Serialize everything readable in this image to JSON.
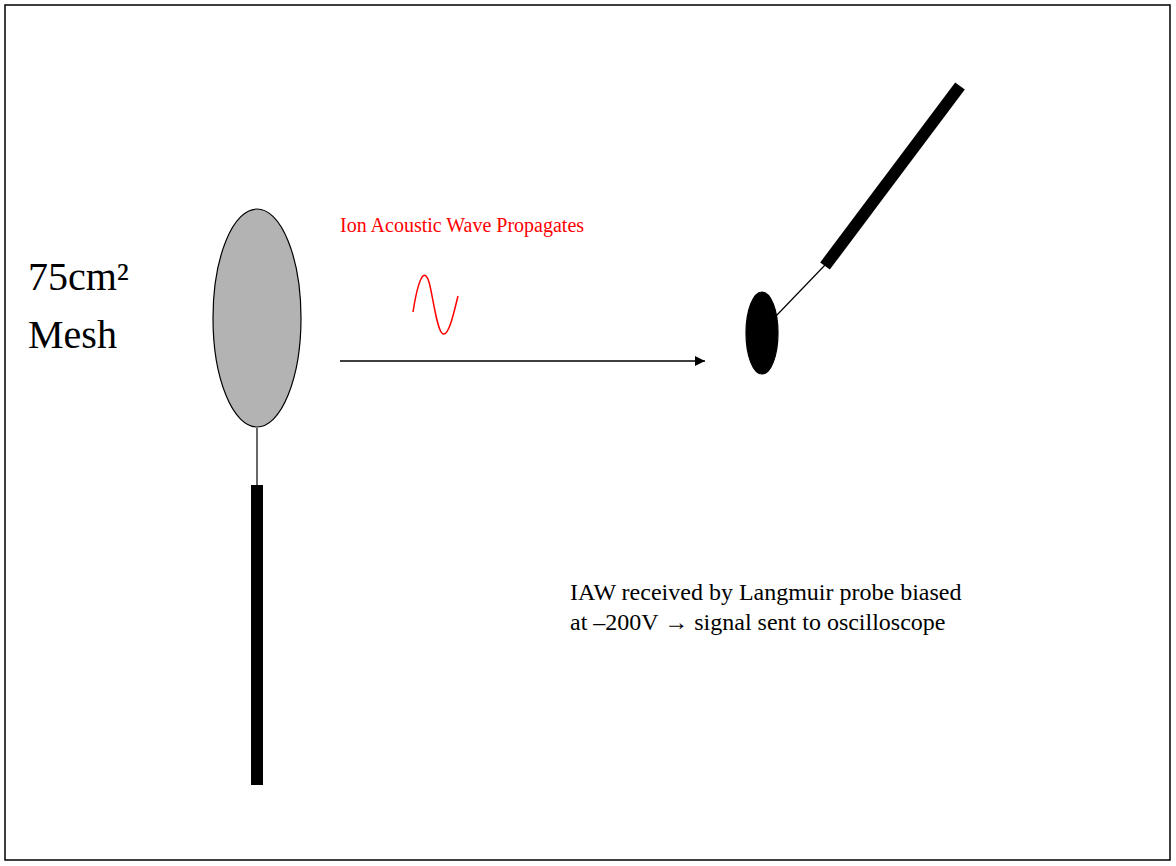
{
  "diagram": {
    "nodes": [
      {
        "text": [
          "75cm² Mesh"
        ]
      },
      {
        "text": [
          "IAW received by Langmuir probe biased at –200V → signal sent to oscilloscope"
        ]
      }
    ],
    "edges": [
      {
        "from": 0,
        "to": 1,
        "arrow": "to",
        "label": "Ion Acoustic Wave Propagates"
      }
    ]
  }
}
